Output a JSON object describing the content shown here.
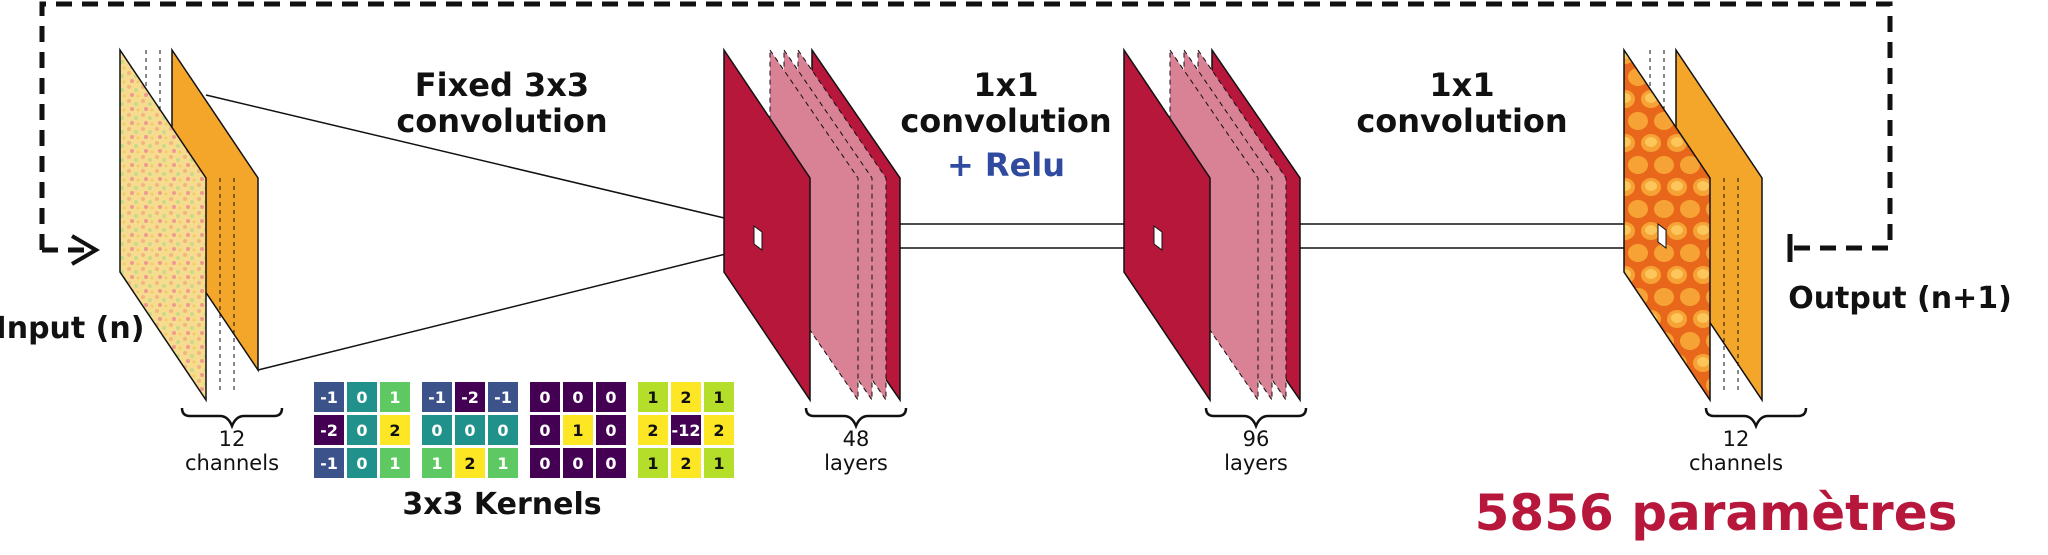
{
  "labels": {
    "input": "Input (n)",
    "output": "Output (n+1)",
    "conv1_line1": "Fixed 3x3",
    "conv1_line2": "convolution",
    "conv2_line1": "1x1",
    "conv2_line2": "convolution",
    "conv2_relu": "+ Relu",
    "conv3_line1": "1x1",
    "conv3_line2": "convolution",
    "kernels_caption": "3x3 Kernels",
    "params": "5856 paramètres"
  },
  "stacks": {
    "input_count": "12",
    "input_unit": "channels",
    "hidden1_count": "48",
    "hidden1_unit": "layers",
    "hidden2_count": "96",
    "hidden2_unit": "layers",
    "output_count": "12",
    "output_unit": "channels"
  },
  "kernels": [
    {
      "values": [
        [
          "-1",
          "0",
          "1"
        ],
        [
          "-2",
          "0",
          "2"
        ],
        [
          "-1",
          "0",
          "1"
        ]
      ],
      "colors": [
        [
          "#3b528b",
          "#21918c",
          "#5ec962"
        ],
        [
          "#440154",
          "#21918c",
          "#fde725"
        ],
        [
          "#3b528b",
          "#21918c",
          "#5ec962"
        ]
      ]
    },
    {
      "values": [
        [
          "-1",
          "-2",
          "-1"
        ],
        [
          "0",
          "0",
          "0"
        ],
        [
          "1",
          "2",
          "1"
        ]
      ],
      "colors": [
        [
          "#3b528b",
          "#440154",
          "#3b528b"
        ],
        [
          "#21918c",
          "#21918c",
          "#21918c"
        ],
        [
          "#5ec962",
          "#fde725",
          "#5ec962"
        ]
      ]
    },
    {
      "values": [
        [
          "0",
          "0",
          "0"
        ],
        [
          "0",
          "1",
          "0"
        ],
        [
          "0",
          "0",
          "0"
        ]
      ],
      "colors": [
        [
          "#440154",
          "#440154",
          "#440154"
        ],
        [
          "#440154",
          "#fde725",
          "#440154"
        ],
        [
          "#440154",
          "#440154",
          "#440154"
        ]
      ]
    },
    {
      "values": [
        [
          "1",
          "2",
          "1"
        ],
        [
          "2",
          "-12",
          "2"
        ],
        [
          "1",
          "2",
          "1"
        ]
      ],
      "colors": [
        [
          "#b5de2b",
          "#fde725",
          "#b5de2b"
        ],
        [
          "#fde725",
          "#440154",
          "#fde725"
        ],
        [
          "#b5de2b",
          "#fde725",
          "#b5de2b"
        ]
      ]
    }
  ],
  "colors": {
    "input_layer": "#f4a62a",
    "hidden_layer": "#b8173c",
    "hidden_layer_faded": "#d98296",
    "output_layer": "#f4a62a",
    "relu_text": "#2f4a9e",
    "params_text": "#b8173c"
  }
}
